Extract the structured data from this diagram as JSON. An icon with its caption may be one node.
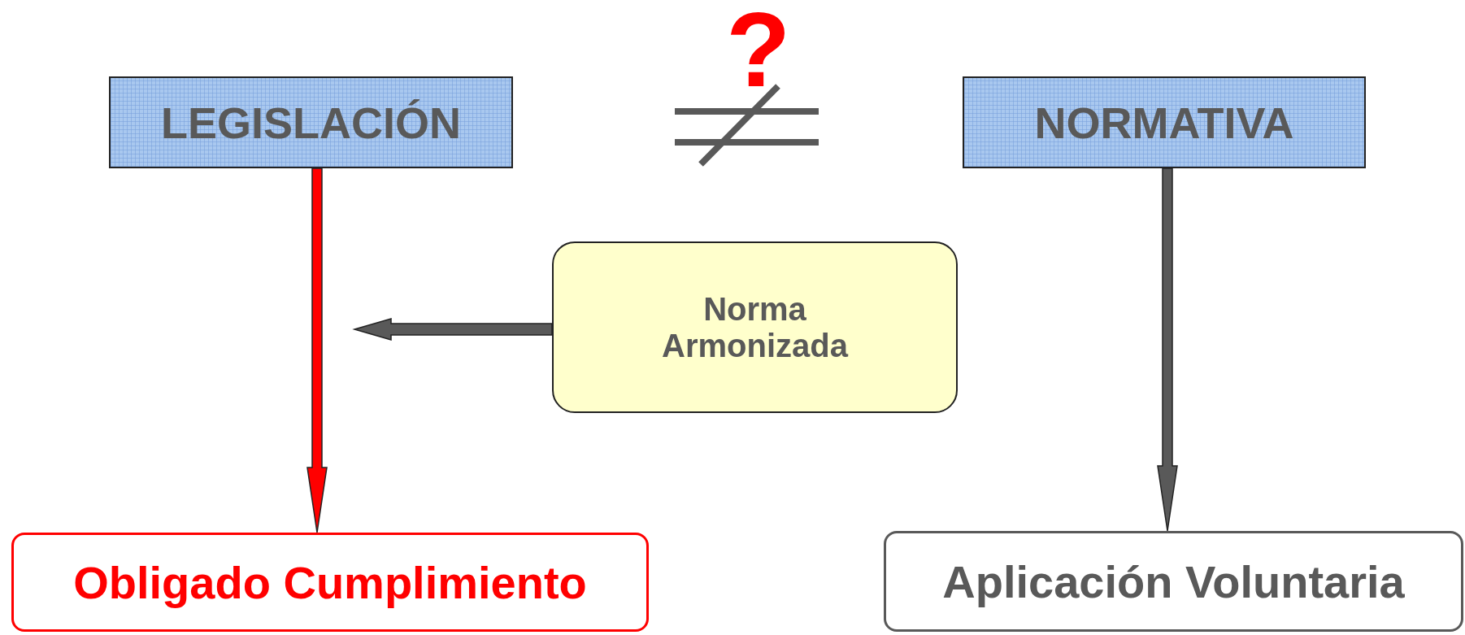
{
  "diagram": {
    "nodes": [
      {
        "text": [
          "LEGISLACIÓN"
        ]
      },
      {
        "text": [
          "NORMATIVA"
        ]
      },
      {
        "text": [
          "Norma Armonizada"
        ]
      },
      {
        "text": [
          "Obligado Cumplimiento"
        ]
      },
      {
        "text": [
          "Aplicación Voluntaria"
        ]
      }
    ],
    "edges": [
      {
        "from": 0,
        "to": 3,
        "arrow": "to",
        "color": "#ff0000"
      },
      {
        "from": 1,
        "to": 4,
        "arrow": "to"
      },
      {
        "from": 2,
        "to": null,
        "arrow": "to"
      }
    ],
    "labels": [
      "?"
    ]
  }
}
